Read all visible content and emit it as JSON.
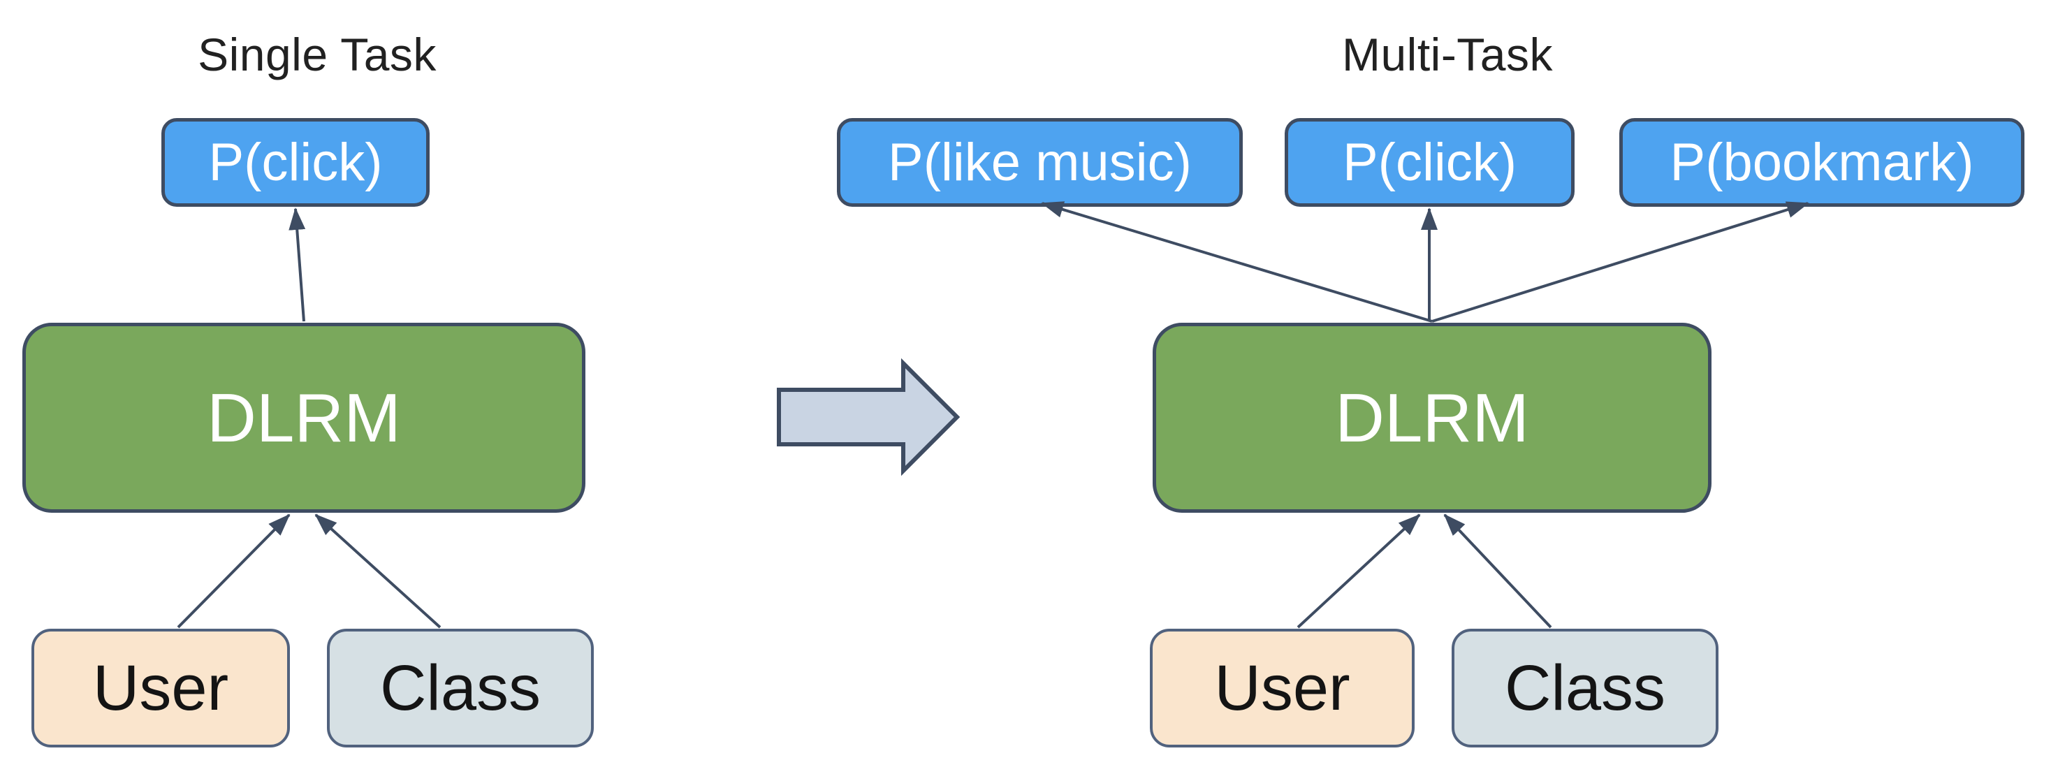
{
  "colors": {
    "output_box_fill": "#4EA3F0",
    "model_box_fill": "#7AA85C",
    "user_box_fill": "#FAE5CD",
    "class_box_fill": "#D6E0E4",
    "outline_and_connectors": "#3E4C62",
    "input_box_outline": "#51627E",
    "transition_arrow_fill": "#C9D4E3",
    "box_text_light": "#FFFFFF",
    "box_text_dark": "#141414",
    "title_text": "#212121"
  },
  "left_panel": {
    "title": "Single Task",
    "outputs": [
      {
        "label": "P(click)"
      }
    ],
    "model": {
      "label": "DLRM"
    },
    "inputs": [
      {
        "label": "User"
      },
      {
        "label": "Class"
      }
    ]
  },
  "right_panel": {
    "title": "Multi-Task",
    "outputs": [
      {
        "label": "P(like music)"
      },
      {
        "label": "P(click)"
      },
      {
        "label": "P(bookmark)"
      }
    ],
    "model": {
      "label": "DLRM"
    },
    "inputs": [
      {
        "label": "User"
      },
      {
        "label": "Class"
      }
    ]
  }
}
